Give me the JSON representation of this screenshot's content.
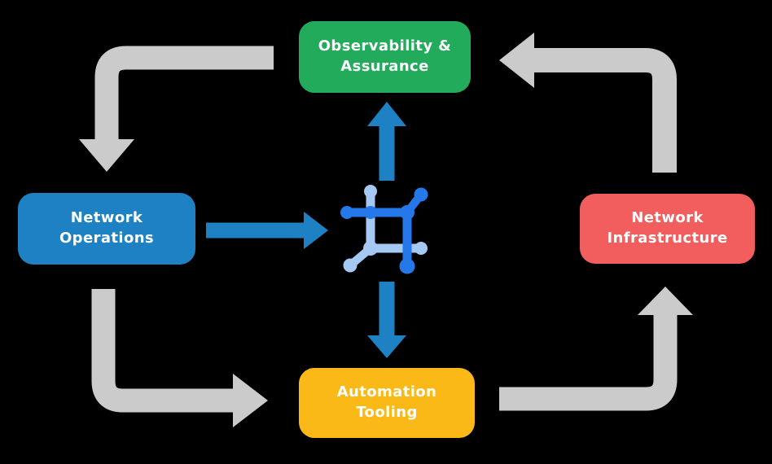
{
  "diagram": {
    "type": "cyclic-flow-diagram",
    "background": "#000000",
    "nodes": {
      "observability": {
        "line1": "Observability &",
        "line2": "Assurance",
        "color": "#22AB5B"
      },
      "operations": {
        "line1": "Network",
        "line2": "Operations",
        "color": "#1E81C4"
      },
      "infrastructure": {
        "line1": "Network",
        "line2": "Infrastructure",
        "color": "#F25E5E"
      },
      "automation": {
        "line1": "Automation",
        "line2": "Tooling",
        "color": "#FBB917"
      }
    },
    "center_icon": "network-mesh-icon",
    "flows": [
      {
        "from": "Observability & Assurance",
        "to": "Network Operations",
        "style": "gray-elbow-arrow"
      },
      {
        "from": "Network Operations",
        "to": "Automation Tooling",
        "style": "gray-elbow-arrow"
      },
      {
        "from": "Automation Tooling",
        "to": "Network Infrastructure",
        "style": "gray-elbow-arrow"
      },
      {
        "from": "Network Infrastructure",
        "to": "Observability & Assurance",
        "style": "gray-elbow-arrow"
      },
      {
        "from": "Network Operations",
        "to": "center-icon",
        "style": "blue-arrow"
      },
      {
        "from": "center-icon",
        "to": "Observability & Assurance",
        "style": "blue-arrow"
      },
      {
        "from": "center-icon",
        "to": "Automation Tooling",
        "style": "blue-arrow"
      }
    ]
  },
  "colors": {
    "arrow_gray": "#CBCBCB",
    "flow_blue": "#1E81C4",
    "icon_dark_blue": "#2478E9",
    "icon_light_blue": "#A6C9F3",
    "label_text": "#FFFFFF"
  }
}
